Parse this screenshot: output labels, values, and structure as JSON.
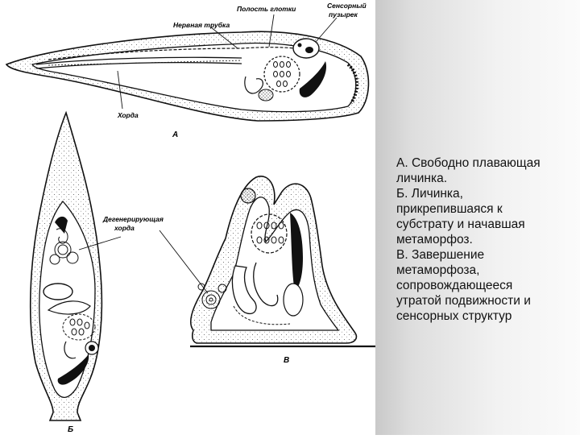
{
  "figure": {
    "labels": {
      "pharynx_cavity": "Полость глотки",
      "sensory_vesicle_1": "Сенсорный",
      "sensory_vesicle_2": "пузырек",
      "nerve_tube": "Нервная трубка",
      "notochord": "Хорда",
      "degenerating_1": "Дегенерирующая",
      "degenerating_2": "хорда"
    },
    "panel_letters": {
      "a": "А",
      "b": "Б",
      "v": "В"
    }
  },
  "caption": {
    "line1": "А. Свободно плавающая",
    "line2": "личинка.",
    "line3": "Б. Личинка,",
    "line4": "прикрепившаяся к",
    "line5": "субстрату и начавшая",
    "line6": "метаморфоз.",
    "line7": "В. Завершение",
    "line8": "метаморфоза,",
    "line9": "сопровождающееся",
    "line10": "утратой подвижности и",
    "line11": "сенсорных структур"
  }
}
